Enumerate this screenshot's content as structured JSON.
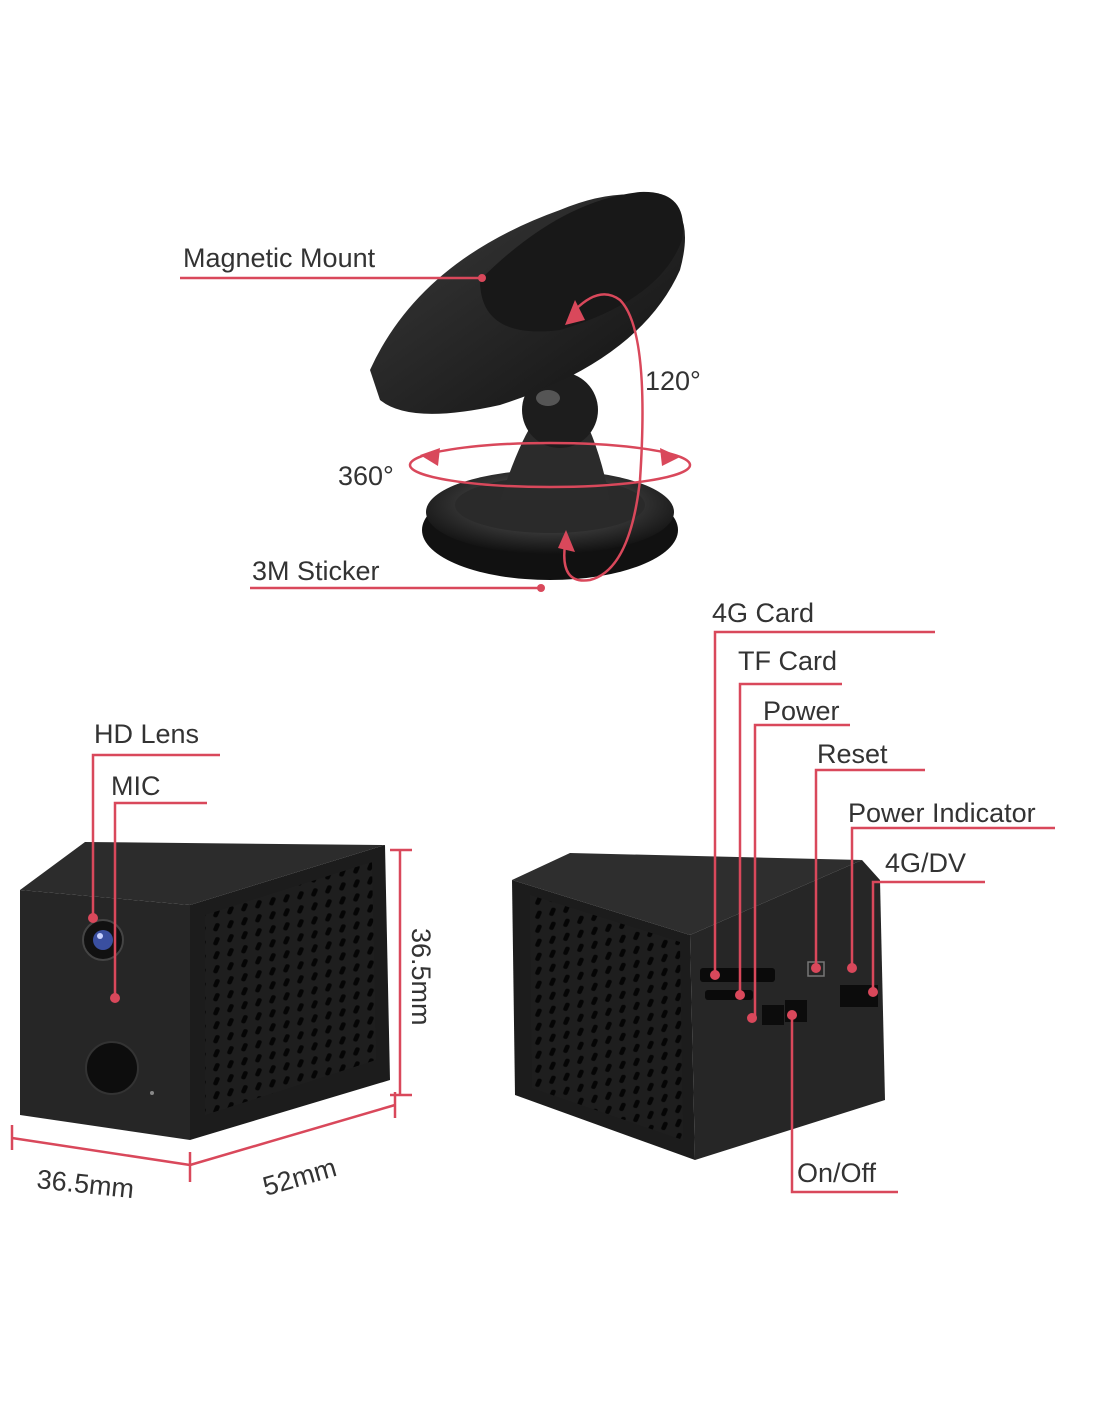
{
  "mount": {
    "magnetic_mount": "Magnetic Mount",
    "tilt_angle": "120°",
    "rotation_angle": "360°",
    "sticker": "3M Sticker"
  },
  "front_view": {
    "hd_lens": "HD Lens",
    "mic": "MIC",
    "height": "36.5mm",
    "width": "36.5mm",
    "depth": "52mm"
  },
  "back_view": {
    "card_4g": "4G Card",
    "tf_card": "TF Card",
    "power": "Power",
    "reset": "Reset",
    "power_indicator": "Power Indicator",
    "mode_4g_dv": "4G/DV",
    "on_off": "On/Off"
  },
  "colors": {
    "accent": "#d9485b",
    "body": "#222222"
  }
}
